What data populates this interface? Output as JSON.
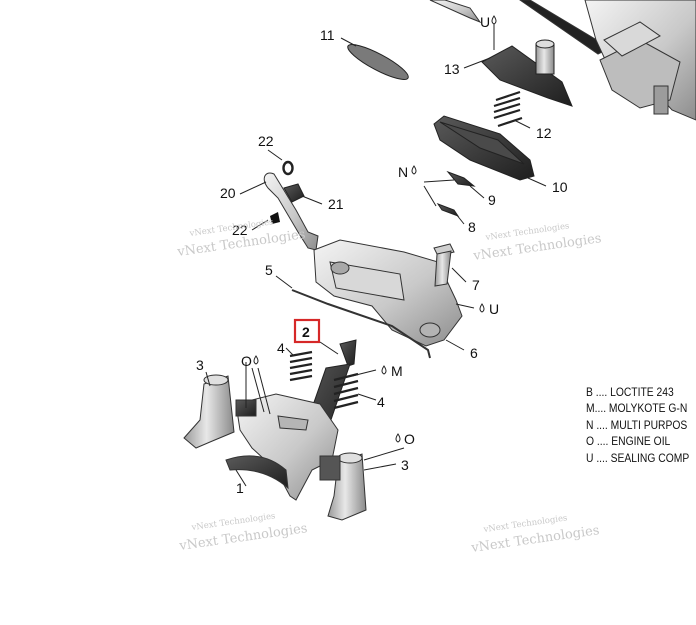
{
  "callouts": {
    "c1": "1",
    "c2": "2",
    "c3a": "3",
    "c3b": "3",
    "c4a": "4",
    "c4b": "4",
    "c5": "5",
    "c6": "6",
    "c7": "7",
    "c8": "8",
    "c9": "9",
    "c10": "10",
    "c11": "11",
    "c12": "12",
    "c13": "13",
    "c20": "20",
    "c21": "21",
    "c22a": "22",
    "c22b": "22"
  },
  "lube_codes": {
    "part13": "U",
    "part9": "N",
    "part6": "U",
    "part2": "M",
    "part3_left": "O",
    "part3_right": "O"
  },
  "watermark": "vNext Technologies",
  "legend": [
    {
      "code": "B",
      "text": "LOCTITE 243"
    },
    {
      "code": "M",
      "text": "MOLYKOTE G-N"
    },
    {
      "code": "N",
      "text": "MULTI PURPOS"
    },
    {
      "code": "O",
      "text": "ENGINE OIL"
    },
    {
      "code": "U",
      "text": "SEALING COMP"
    }
  ],
  "highlight_color": "#d62828"
}
